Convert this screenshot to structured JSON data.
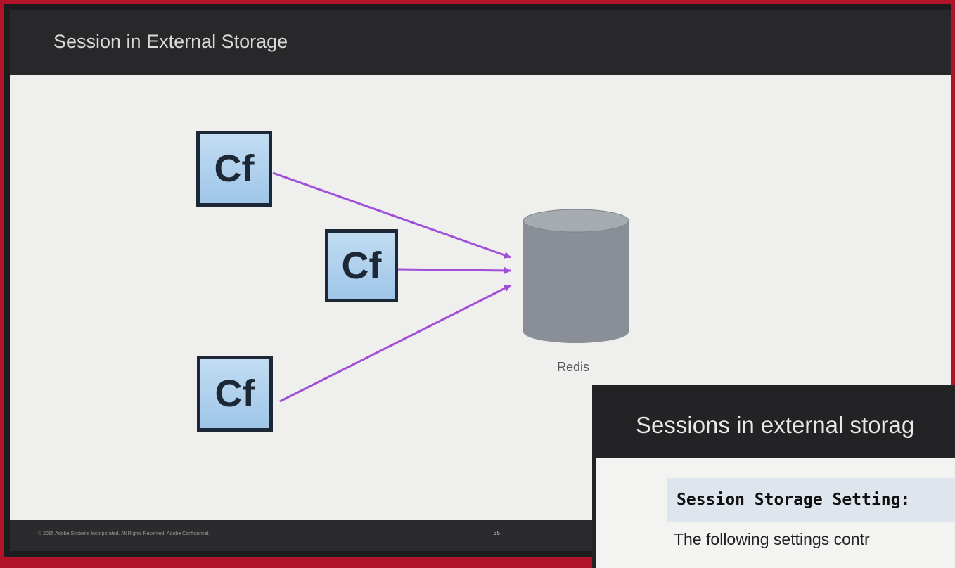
{
  "slide": {
    "title": "Session in External Storage",
    "nodes": [
      {
        "label": "Cf"
      },
      {
        "label": "Cf"
      },
      {
        "label": "Cf"
      }
    ],
    "storage_label": "Redis",
    "footer_copyright": "© 2015 Adobe Systems Incorporated. All Rights Reserved. Adobe Confidential.",
    "page_number": "35"
  },
  "inset": {
    "title": "Sessions in external storag",
    "heading": "Session Storage Setting:",
    "text": "The following settings contr"
  },
  "colors": {
    "arrow": "#a04fd8",
    "cylinder": "#8a8f97",
    "cf_border": "#1d2836",
    "cf_fill": "#a9cdec"
  }
}
